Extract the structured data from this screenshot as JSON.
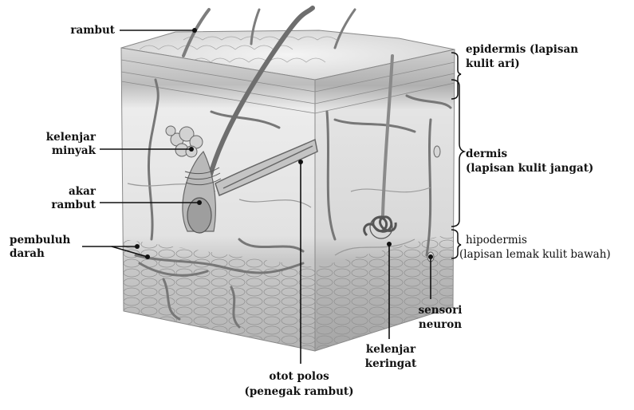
{
  "labels": {
    "rambut": "rambut",
    "kelenjar_minyak_1": "kelenjar",
    "kelenjar_minyak_2": "minyak",
    "akar_rambut_1": "akar",
    "akar_rambut_2": "rambut",
    "pembuluh_darah_1": "pembuluh",
    "pembuluh_darah_2": "darah",
    "otot_polos_1": "otot polos",
    "otot_polos_2": "(penegak rambut)",
    "kelenjar_keringat_1": "kelenjar",
    "kelenjar_keringat_2": "keringat",
    "sensori_neuron_1": "sensori",
    "sensori_neuron_2": "neuron",
    "epidermis_1": "epidermis (lapisan",
    "epidermis_2": "kulit ari)",
    "dermis_1": "dermis",
    "dermis_2": "(lapisan kulit jangat)",
    "hipodermis_1": "hipodermis",
    "hipodermis_2": "(lapisan lemak kulit bawah)"
  },
  "colors": {
    "line": "#111111",
    "skin_light": "#e9e9e9",
    "skin_mid": "#cfcfcf",
    "skin_dark": "#9a9a9a",
    "hair": "#8a8a8a"
  }
}
